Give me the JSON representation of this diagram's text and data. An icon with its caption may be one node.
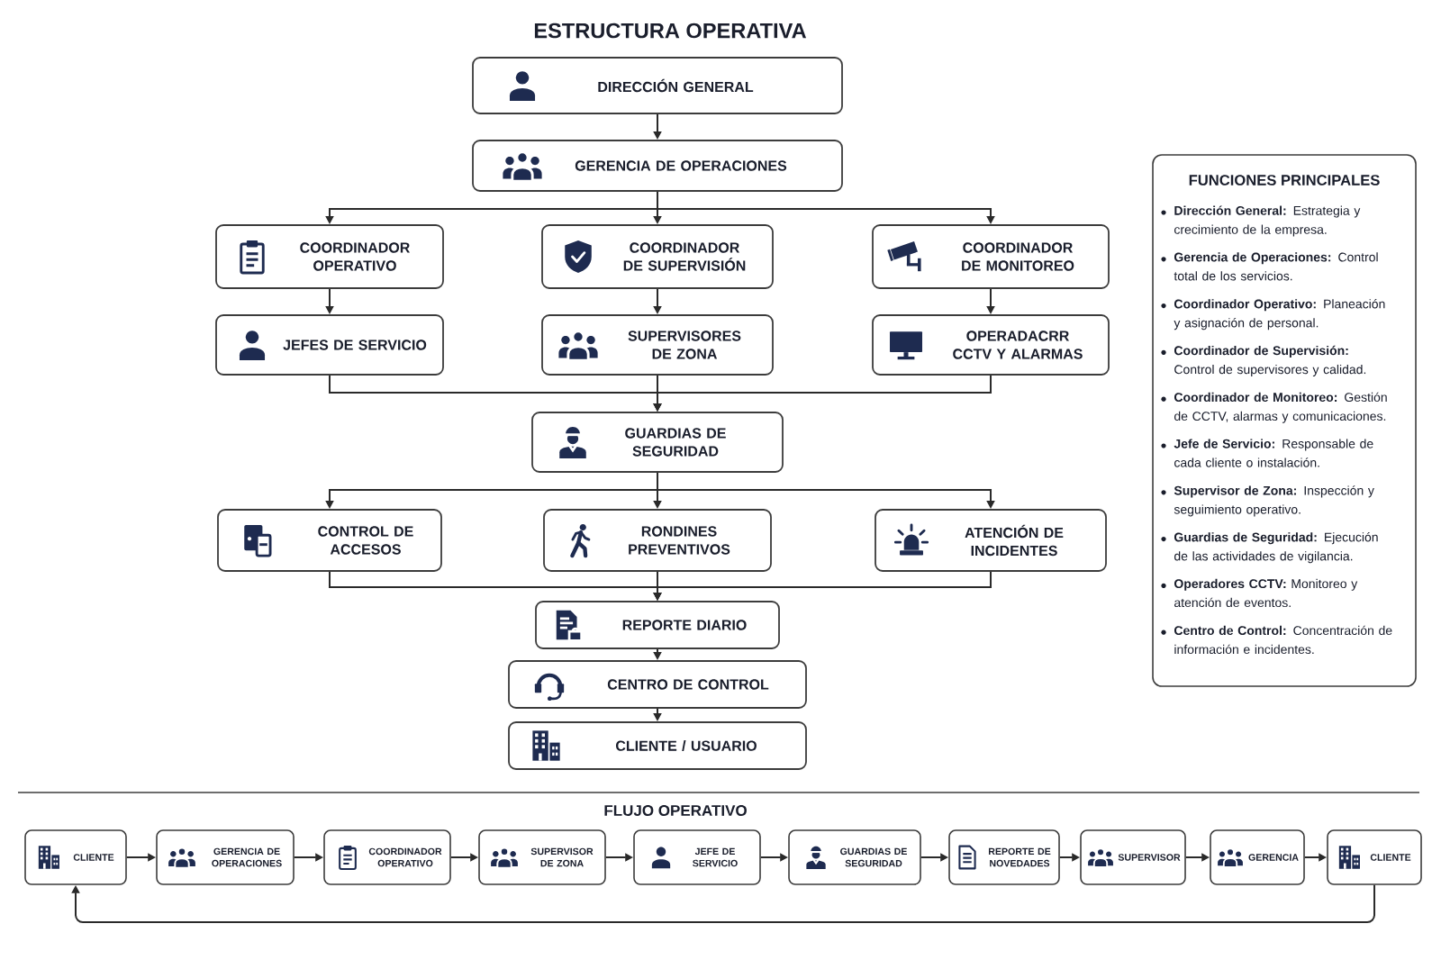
{
  "diagram": {
    "title": "ESTRUCTURA OPERATIVA",
    "nodes": [
      {
        "text": [
          "DIRECCIÓN GENERAL"
        ]
      },
      {
        "text": [
          "GERENCIA DE OPERACIONES"
        ]
      },
      {
        "text": [
          "COORDINADOR OPERATIVO"
        ]
      },
      {
        "text": [
          "COORDINADOR DE SUPERVISIÓN"
        ]
      },
      {
        "text": [
          "COORDINADOR DE MONITOREO"
        ]
      },
      {
        "text": [
          "JEFES DE SERVICIO"
        ]
      },
      {
        "text": [
          "SUPERVISORES DE ZONA"
        ]
      },
      {
        "text": [
          "OPERADACRR CCTV Y ALARMAS"
        ]
      },
      {
        "text": [
          "GUARDIAS DE SEGURIDAD"
        ]
      },
      {
        "text": [
          "CONTROL DE ACCESOS"
        ]
      },
      {
        "text": [
          "RONDINES PREVENTIVOS"
        ]
      },
      {
        "text": [
          "ATENCIÓN DE INCIDENTES"
        ]
      },
      {
        "text": [
          "REPORTE DIARIO"
        ]
      },
      {
        "text": [
          "CENTRO DE CONTROL"
        ]
      },
      {
        "text": [
          "CLIENTE / USUARIO"
        ]
      },
      {
        "text": [
          "FUNCIONES PRINCIPALES",
          "**Dirección General:** Estrategia y crecimiento de la empresa.",
          "**Gerencia de Operaciones:** Control total de los servicios.",
          "**Coordinador Operativo:** Planeación y asignación de personal.",
          "**Coordinador de Supervisión:** Control de supervisores y calidad.",
          "**Coordinador de Monitoreo:** Gestión de CCTV, alarmas y comunicaciones.",
          "**Jefe de Servicio:** Responsable de cada cliente o instalación.",
          "**Supervisor de Zona:** Inspección y seguimiento operativo.",
          "**Guardias de Seguridad:** Ejecución de las actividades de vigilancia.",
          "**Operadores CCTV:** Monitoreo y atención de eventos.",
          "**Centro de Control:** Concentración de información e incidentes."
        ]
      },
      {
        "text": [
          "CLIENTE"
        ]
      },
      {
        "text": [
          "GERENCIA DE OPERACIONES"
        ]
      },
      {
        "text": [
          "COORDINADOR OPERATIVO"
        ]
      },
      {
        "text": [
          "SUPERVISOR DE ZONA"
        ]
      },
      {
        "text": [
          "JEFE DE SERVICIO"
        ]
      },
      {
        "text": [
          "GUARDIAS DE SEGURIDAD"
        ]
      },
      {
        "text": [
          "REPORTE DE NOVEDADES"
        ]
      },
      {
        "text": [
          "SUPERVISOR"
        ]
      },
      {
        "text": [
          "GERENCIA"
        ]
      },
      {
        "text": [
          "CLIENTE"
        ]
      }
    ],
    "edges": [
      {
        "from": 0,
        "to": 1,
        "arrow": "to"
      },
      {
        "from": 1,
        "to": 2,
        "arrow": "to"
      },
      {
        "from": 1,
        "to": 3,
        "arrow": "to"
      },
      {
        "from": 1,
        "to": 4,
        "arrow": "to"
      },
      {
        "from": 2,
        "to": 5,
        "arrow": "to"
      },
      {
        "from": 3,
        "to": 6,
        "arrow": "to"
      },
      {
        "from": 4,
        "to": 7,
        "arrow": "to"
      },
      {
        "from": 5,
        "to": 8,
        "arrow": "to"
      },
      {
        "from": 6,
        "to": 8,
        "arrow": "to"
      },
      {
        "from": 7,
        "to": 8,
        "arrow": "to"
      },
      {
        "from": 8,
        "to": 9,
        "arrow": "to"
      },
      {
        "from": 8,
        "to": 10,
        "arrow": "to"
      },
      {
        "from": 8,
        "to": 11,
        "arrow": "to"
      },
      {
        "from": 9,
        "to": 12,
        "arrow": "to"
      },
      {
        "from": 10,
        "to": 12,
        "arrow": "to"
      },
      {
        "from": 11,
        "to": 12,
        "arrow": "to"
      },
      {
        "from": 12,
        "to": 13,
        "arrow": "to"
      },
      {
        "from": 13,
        "to": 14,
        "arrow": "to"
      },
      {
        "from": 16,
        "to": 17,
        "arrow": "to"
      },
      {
        "from": 17,
        "to": 18,
        "arrow": "to"
      },
      {
        "from": 18,
        "to": 19,
        "arrow": "to"
      },
      {
        "from": 19,
        "to": 20,
        "arrow": "to"
      },
      {
        "from": 20,
        "to": 21,
        "arrow": "to"
      },
      {
        "from": 21,
        "to": 22,
        "arrow": "to"
      },
      {
        "from": 22,
        "to": 23,
        "arrow": "to"
      },
      {
        "from": 23,
        "to": 24,
        "arrow": "to"
      },
      {
        "from": 24,
        "to": 25,
        "arrow": "to"
      },
      {
        "from": 25,
        "to": 16,
        "arrow": "to"
      }
    ],
    "labels": [
      "FLUJO OPERATIVO"
    ]
  }
}
